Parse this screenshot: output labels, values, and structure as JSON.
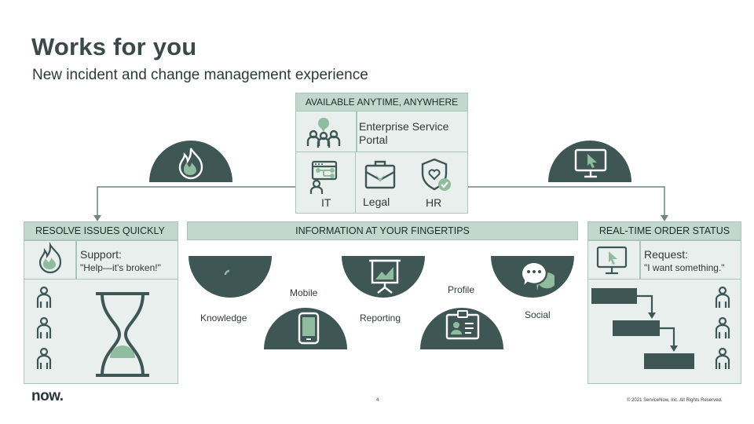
{
  "header": {
    "title": "Works for you",
    "subtitle": "New incident and change management experience"
  },
  "top_panel": {
    "banner": "AVAILABLE ANYTIME, ANYWHERE",
    "portal_label": "Enterprise Service Portal",
    "services": [
      "IT",
      "Legal",
      "HR"
    ]
  },
  "left_panel": {
    "header": "RESOLVE ISSUES QUICKLY",
    "title": "Support:",
    "quote": "\"Help—it's broken!\""
  },
  "center_panel": {
    "header": "INFORMATION AT YOUR FINGERTIPS",
    "items": {
      "knowledge": "Knowledge",
      "mobile": "Mobile",
      "reporting": "Reporting",
      "profile": "Profile",
      "social": "Social"
    }
  },
  "right_panel": {
    "header": "REAL-TIME ORDER STATUS",
    "title": "Request:",
    "quote": "\"I want something.\""
  },
  "footer": {
    "logo": "now.",
    "page_number": "4",
    "copyright": "© 2021 ServiceNow, Inc. All Rights Reserved."
  },
  "colors": {
    "dark": "#3e5755",
    "light_panel": "#e8efec",
    "strip": "#c2d8cf",
    "accent_green": "#8fbc9f"
  },
  "icons": [
    "flame-icon",
    "monitor-cursor-icon",
    "people-chat-icon",
    "org-chart-icon",
    "briefcase-icon",
    "shield-heart-icon",
    "lightbulb-icon",
    "presentation-chart-icon",
    "chat-bubbles-icon",
    "phone-icon",
    "id-badge-icon",
    "hourglass-icon",
    "person-icon",
    "flowchart-icon"
  ]
}
